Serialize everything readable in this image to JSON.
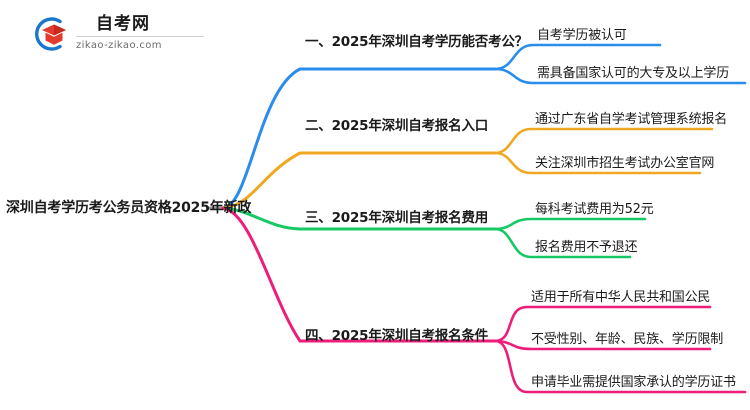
{
  "logo": {
    "brand_cn": "自考网",
    "brand_url": "zikao-zikao.com",
    "mark_icon": "graduation-cap-icon",
    "arc_color": "#1b77c9",
    "cap_color": "#e23b2e"
  },
  "mindmap": {
    "root": {
      "label": "深圳自考学历考公务员资格2025年新政"
    },
    "branches": [
      {
        "label": "一、2025年深圳自考学历能否考公？",
        "color": "#2a8ded",
        "children": [
          {
            "label": "自考学历被认可"
          },
          {
            "label": "需具备国家认可的大专及以上学历"
          }
        ]
      },
      {
        "label": "二、2025年深圳自考报名入口",
        "color": "#f0a822",
        "children": [
          {
            "label": "通过广东省自学考试管理系统报名"
          },
          {
            "label": "关注深圳市招生考试办公室官网"
          }
        ]
      },
      {
        "label": "三、2025年深圳自考报名费用",
        "color": "#17c964",
        "children": [
          {
            "label": "每科考试费用为52元"
          },
          {
            "label": "报名费用不予退还"
          }
        ]
      },
      {
        "label": "四、2025年深圳自考报名条件",
        "color": "#ee1d79",
        "children": [
          {
            "label": "适用于所有中华人民共和国公民"
          },
          {
            "label": "不受性别、年龄、民族、学历限制"
          },
          {
            "label": "申请毕业需提供国家承认的学历证书"
          }
        ]
      }
    ]
  }
}
